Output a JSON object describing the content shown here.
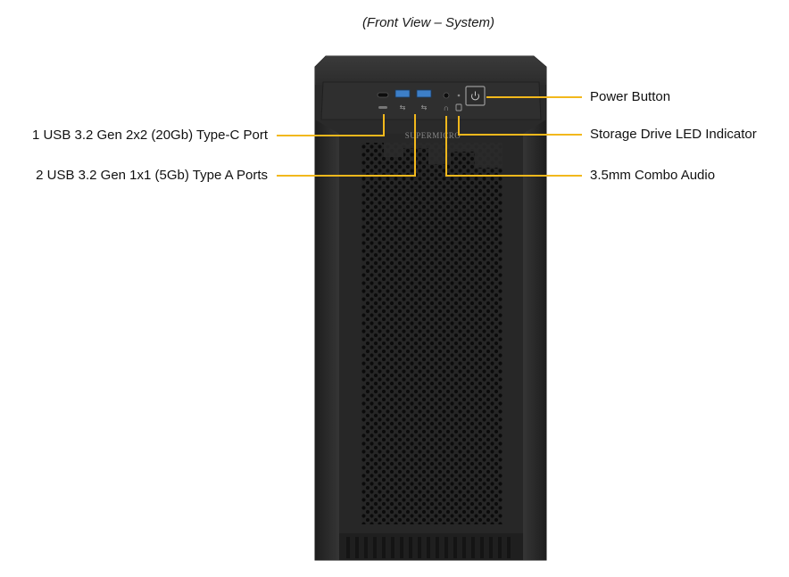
{
  "caption": "(Front View – System)",
  "callouts": {
    "power_button": "Power Button",
    "storage_led": "Storage Drive LED Indicator",
    "combo_audio": "3.5mm Combo Audio",
    "usb_type_c": "1 USB 3.2 Gen 2x2 (20Gb) Type-C Port",
    "usb_type_a": "2 USB 3.2 Gen 1x1 (5Gb) Type A Ports"
  },
  "brand": "SUPERMICRO",
  "colors": {
    "leader_line": "#f2b81c",
    "chassis": "#2b2b2b",
    "usb_port": "#3d7fc8"
  },
  "icons": [
    "power-icon",
    "usb-icon",
    "headset-icon",
    "drive-led-icon",
    "usb-c-port-icon"
  ]
}
